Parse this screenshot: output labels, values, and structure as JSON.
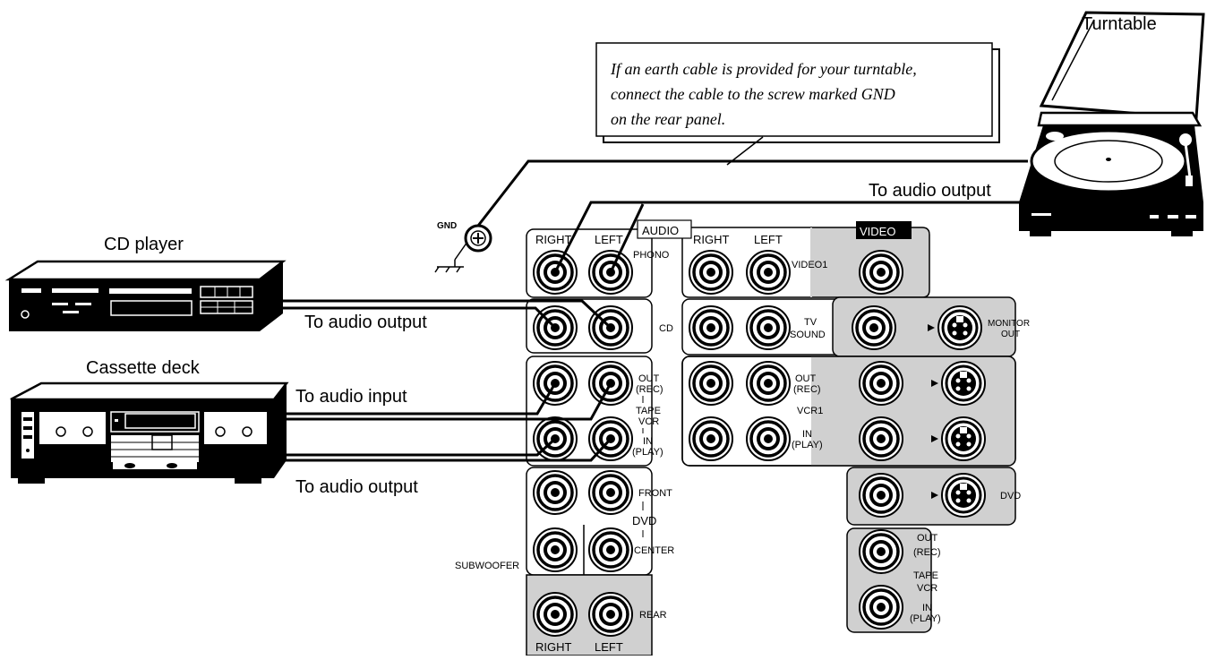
{
  "devices": {
    "turntable": "Turntable",
    "cd_player": "CD player",
    "cassette_deck": "Cassette deck"
  },
  "note_lines": [
    "If an earth cable is provided for your turntable,",
    "connect the cable to the screw marked GND",
    "on the rear panel."
  ],
  "gnd": "GND",
  "cable_labels": {
    "turntable_out": "To audio output",
    "cd_out": "To audio output",
    "tape_in": "To audio input",
    "tape_out": "To audio output"
  },
  "panel": {
    "audio_header": "AUDIO",
    "video_header": "VIDEO",
    "right": "RIGHT",
    "left": "LEFT",
    "phono": "PHONO",
    "cd": "CD",
    "out": "OUT",
    "rec": "(REC)",
    "tape": "TAPE",
    "vcr": "VCR",
    "in": "IN",
    "play": "(PLAY)",
    "front": "FRONT",
    "dvd": "DVD",
    "subwoofer": "SUBWOOFER",
    "center": "CENTER",
    "rear": "REAR",
    "video1": "VIDEO1",
    "tv": "TV",
    "sound": "SOUND",
    "monitor": "MONITOR",
    "monitor_out": "OUT",
    "vcr1": "VCR1"
  }
}
